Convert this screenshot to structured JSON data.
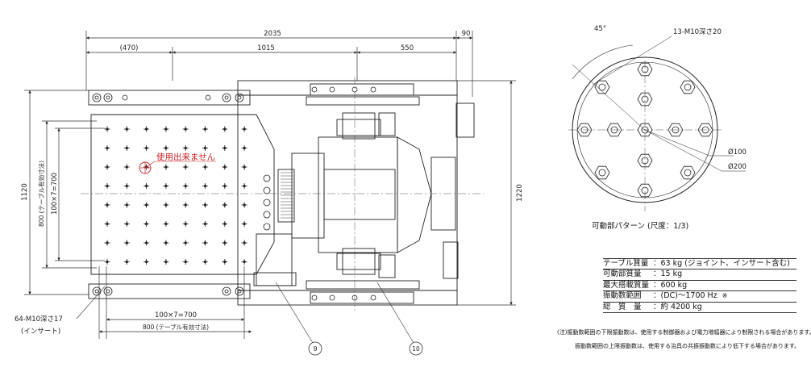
{
  "dimensions": {
    "overall_width": "2035",
    "left_overhang": "(470)",
    "middle_span": "1015",
    "right_span": "550",
    "extra_right": "90",
    "table_height": "1120",
    "table_effective_height": "800 (テーブル有効寸法)",
    "grid_vertical": "100×7=700",
    "grid_horizontal": "100×7=700",
    "table_effective_width": "800 (テーブル有効寸法)",
    "overall_height": "1220"
  },
  "labels": {
    "unusable_hole": "使用出来ません",
    "tapped_holes": "64-M10深さ17",
    "insert": "(インサート)",
    "callout_9": "9",
    "callout_10": "10"
  },
  "detail": {
    "angle": "45°",
    "holes": "13-M10深さ20",
    "dia_100": "Ø100",
    "dia_200": "Ø200",
    "caption": "可動部パターン (尺度：1/3)"
  },
  "specs": [
    {
      "label": "テーブル質量",
      "value": "：63 kg (ジョイント、インサート含む)"
    },
    {
      "label": "可動部質量",
      "value": "：15 kg"
    },
    {
      "label": "最大搭載質量",
      "value": "：600 kg"
    },
    {
      "label": "振動数範囲",
      "value": "：(DC)〜1700 Hz",
      "note": "※"
    },
    {
      "label": "総　質　量",
      "value": "：約 4200 kg"
    }
  ],
  "notes": {
    "mark": "(注)",
    "line1": "振動数範囲の下限振動数は、使用する制御器および電力増幅器により制限される場合があります。",
    "line2": "振動数範囲の上限振動数は、使用する治具の共振振動数により低下する場合があります。"
  }
}
